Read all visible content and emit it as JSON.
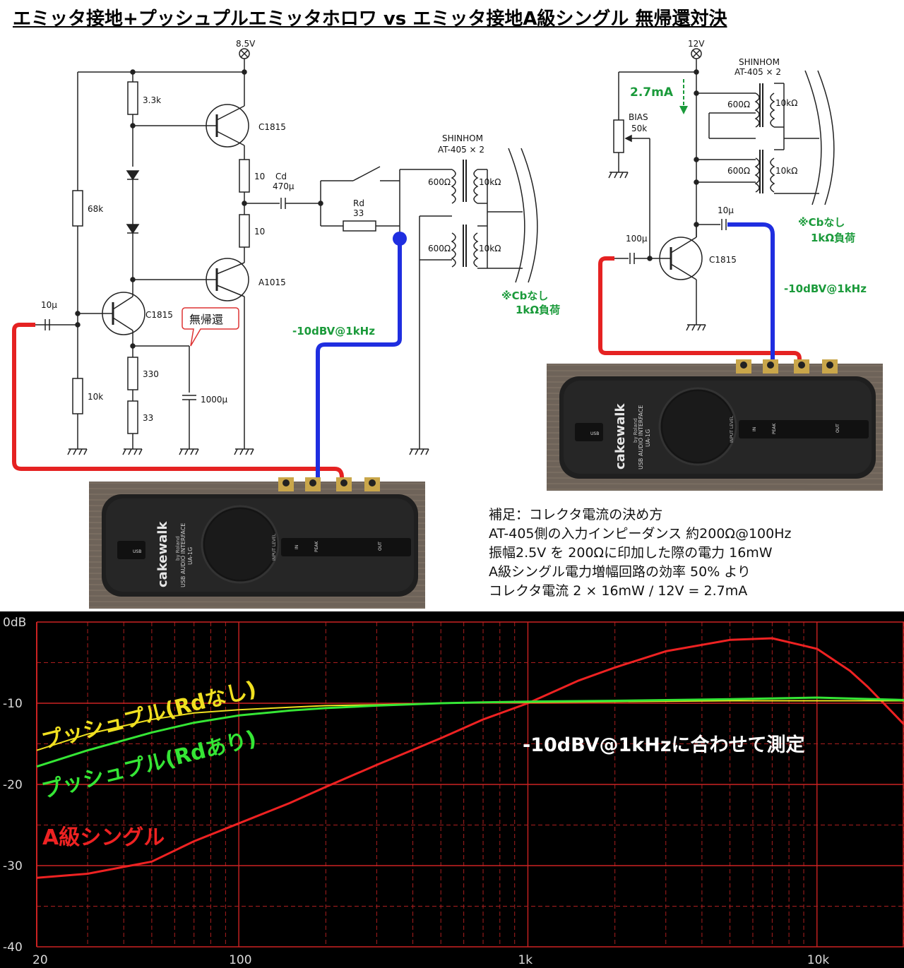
{
  "title": "エミッタ接地+プッシュプルエミッタホロワ vs エミッタ接地A級シングル 無帰還対決",
  "left_circuit": {
    "supply": "8.5V",
    "r_top": "3.3k",
    "q_upper": "C1815",
    "r_68k": "68k",
    "r_10_upper": "10",
    "r_10_lower": "10",
    "cd_name": "Cd",
    "cd_value": "470μ",
    "rd_name": "Rd",
    "rd_value": "33",
    "q_lower": "A1015",
    "input_cap": "10μ",
    "q_driver": "C1815",
    "no_feedback_callout": "無帰還",
    "r_330": "330",
    "r_33": "33",
    "r_10k": "10k",
    "c_bypass": "1000μ",
    "transformer_brand": "SHINHOM",
    "transformer_model": "AT-405 × 2",
    "primary_upper": "600Ω",
    "secondary_upper": "10kΩ",
    "primary_lower": "600Ω",
    "secondary_lower": "10kΩ",
    "note_line1": "※Cbなし",
    "note_line2": "1kΩ負荷",
    "level": "-10dBV@1kHz"
  },
  "right_circuit": {
    "supply": "12V",
    "current": "2.7mA",
    "transformer_brand": "SHINHOM",
    "transformer_model": "AT-405 × 2",
    "primary_upper": "600Ω",
    "secondary_upper": "10kΩ",
    "primary_lower": "600Ω",
    "secondary_lower": "10kΩ",
    "bias_name": "BIAS",
    "bias_value": "50k",
    "out_cap": "10μ",
    "in_cap": "100μ",
    "transistor": "C1815",
    "note_line1": "※Cbなし",
    "note_line2": "1kΩ負荷",
    "level": "-10dBV@1kHz"
  },
  "device": {
    "brand": "cakewalk",
    "sub_brand": "by Roland",
    "model_line1": "USB AUDIO INTERFACE",
    "model_line2": "UA-1G",
    "usb_label": "USB",
    "input_level_label": "INPUT LEVEL",
    "in_label": "IN",
    "peak_label": "PEAK",
    "out_label": "OUT"
  },
  "notes": [
    "補足：コレクタ電流の決め方",
    "AT-405側の入力インピーダンス 約200Ω@100Hz",
    "振幅2.5V を 200Ωに印加した際の電力 16mW",
    "A級シングル電力増幅回路の効率 50% より",
    "コレクタ電流 2 × 16mW / 12V = 2.7mA"
  ],
  "chart_data": {
    "type": "line",
    "xscale": "log",
    "xlim": [
      20,
      20000
    ],
    "ylim": [
      -40,
      0
    ],
    "x_ticks": [
      "20",
      "100",
      "1k",
      "10k"
    ],
    "y_ticks": [
      "0dB",
      "-10",
      "-20",
      "-30",
      "-40"
    ],
    "grid": true,
    "annotation": "-10dBV@1kHzに合わせて測定",
    "series": [
      {
        "name": "プッシュプル(Rdなし)",
        "color": "#f0e020",
        "x": [
          20,
          30,
          50,
          70,
          100,
          150,
          200,
          300,
          500,
          700,
          1000,
          2000,
          5000,
          10000,
          20000
        ],
        "y": [
          -15.8,
          -13.8,
          -12.0,
          -11.2,
          -10.8,
          -10.5,
          -10.3,
          -10.2,
          -10.0,
          -9.9,
          -9.9,
          -9.8,
          -9.7,
          -9.7,
          -9.7
        ]
      },
      {
        "name": "プッシュプル(Rdあり)",
        "color": "#35e635",
        "x": [
          20,
          30,
          50,
          70,
          100,
          150,
          200,
          300,
          500,
          700,
          1000,
          2000,
          5000,
          10000,
          20000
        ],
        "y": [
          -17.8,
          -15.8,
          -13.6,
          -12.4,
          -11.5,
          -10.9,
          -10.6,
          -10.3,
          -10.0,
          -9.9,
          -9.8,
          -9.7,
          -9.5,
          -9.3,
          -9.6
        ]
      },
      {
        "name": "A級シングル",
        "color": "#ee2222",
        "x": [
          20,
          30,
          50,
          70,
          100,
          150,
          200,
          300,
          500,
          700,
          1000,
          1500,
          2000,
          3000,
          5000,
          7000,
          10000,
          13000,
          15000,
          20000
        ],
        "y": [
          -31.5,
          -31.0,
          -29.5,
          -27.0,
          -24.8,
          -22.3,
          -20.3,
          -17.6,
          -14.3,
          -12.0,
          -10.0,
          -7.2,
          -5.6,
          -3.6,
          -2.2,
          -2.0,
          -3.3,
          -6.0,
          -8.0,
          -12.6
        ]
      }
    ]
  }
}
